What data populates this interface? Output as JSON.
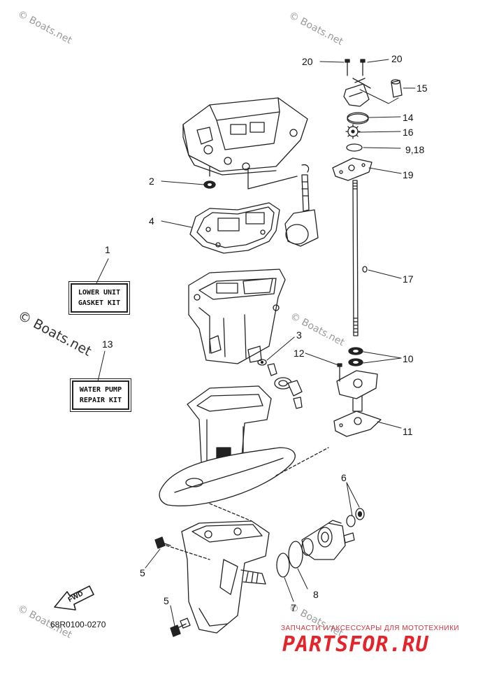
{
  "callouts": {
    "c1": "1",
    "c2": "2",
    "c3": "3",
    "c4": "4",
    "c5a": "5",
    "c5b": "5",
    "c6": "6",
    "c7": "7",
    "c8": "8",
    "c10": "10",
    "c11": "11",
    "c12": "12",
    "c13": "13",
    "c14": "14",
    "c15": "15",
    "c16": "16",
    "c17": "17",
    "c918": "9,18",
    "c19": "19",
    "c20a": "20",
    "c20b": "20"
  },
  "kits": {
    "gasket_line1": "LOWER UNIT",
    "gasket_line2": "GASKET KIT",
    "pump_line1": "WATER PUMP",
    "pump_line2": "REPAIR KIT"
  },
  "fwd_label": "FWD",
  "diagram_code": "68R0100-0270",
  "watermark_text": "© Boats.net",
  "shop": {
    "subtitle": "ЗАПЧАСТИ И АКСЕССУАРЫ ДЛЯ МОТОТЕХНИКИ",
    "logo": "PARTSFOR.RU"
  },
  "colors": {
    "line": "#222222",
    "watermark": "#9a9a9a",
    "shop_red": "#e3242b"
  }
}
